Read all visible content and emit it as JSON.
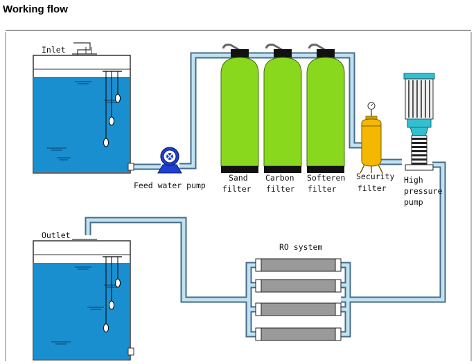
{
  "page": {
    "title": "Working flow"
  },
  "labels": {
    "inlet": "Inlet",
    "outlet": "Outlet",
    "feed_pump": "Feed water pump",
    "sand": [
      "Sand",
      "filter"
    ],
    "carbon": [
      "Carbon",
      "filter"
    ],
    "softener": [
      "Softeren",
      "filter"
    ],
    "security": [
      "Security",
      "filter"
    ],
    "hp_pump": [
      "High",
      "pressure",
      "pump"
    ],
    "ro_system": "RO system"
  },
  "colors": {
    "water": "#1a8fd0",
    "pipe_fill": "#bfe3f2",
    "pipe_stroke": "#4a6a85",
    "filter_green": "#8ad81e",
    "security_yellow": "#f5b800",
    "pump_blue": "#1e3fd0",
    "motor_cyan": "#33bfd0",
    "membrane_gray": "#9a9a9a"
  }
}
